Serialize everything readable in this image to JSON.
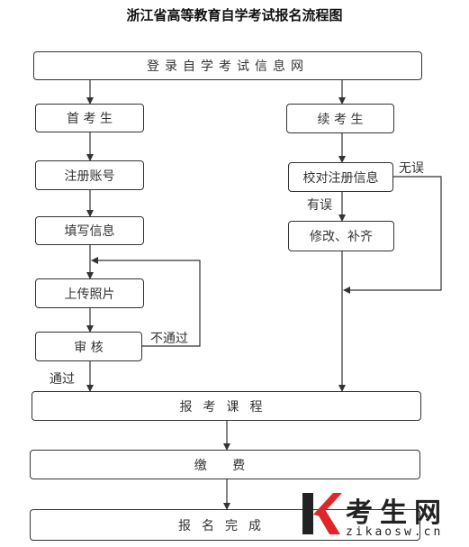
{
  "title": "浙江省高等教育自学考试报名流程图",
  "steps": {
    "login": "登录自学考试信息网",
    "first_exam": "首 考 生",
    "continue_exam": "续 考 生",
    "register_account": "注册账号",
    "verify_info": "校对注册信息",
    "fill_info": "填写信息",
    "modify_info": "修改、补齐",
    "upload_photo": "上传照片",
    "review": "审  核",
    "register_courses": "报考课程",
    "pay": "缴  费",
    "complete": "报名完成"
  },
  "labels": {
    "error": "无误",
    "has_error": "有误",
    "not_passed": "不通过",
    "passed": "通过"
  },
  "watermark": {
    "brand": "考生网",
    "url": "zikaosw.cn",
    "colors": {
      "k_red": "#e0252b",
      "k_dark": "#222222"
    }
  }
}
